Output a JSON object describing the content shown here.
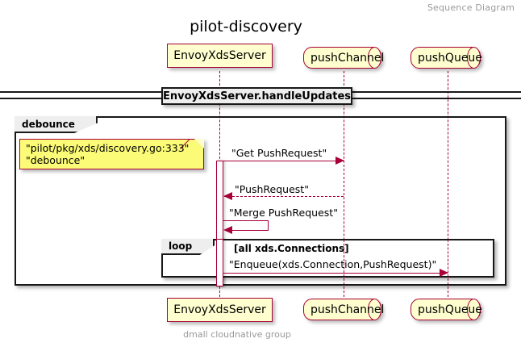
{
  "diagram": {
    "caption": "Sequence Diagram",
    "title": "pilot-discovery",
    "footer": "dmall cloudnative group",
    "colors": {
      "participant_border": "#A80036",
      "participant_fill": "#FEFECE",
      "note_fill": "#FBFB77",
      "arrow": "#A80036",
      "frame_border": "#181818",
      "frame_tab_fill": "#EEEEEE",
      "caption_text": "#999999"
    }
  },
  "participants": [
    {
      "id": "envoyxdsserver",
      "label": "EnvoyXdsServer",
      "shape": "box"
    },
    {
      "id": "pushchannel",
      "label": "pushChannel",
      "shape": "queue"
    },
    {
      "id": "pushqueue",
      "label": "pushQueue",
      "shape": "queue"
    }
  ],
  "divider": {
    "label": "EnvoyXdsServer.handleUpdates"
  },
  "groups": [
    {
      "id": "debounce",
      "type": "group",
      "label": "debounce",
      "guard": ""
    },
    {
      "id": "loop",
      "type": "loop",
      "label": "loop",
      "guard": "[all xds.Connections]"
    }
  ],
  "notes": [
    {
      "id": "debounce-note",
      "line1": "\"pilot/pkg/xds/discovery.go:333\"",
      "line2": "\"debounce\""
    }
  ],
  "messages": [
    {
      "id": "get-pushrequest",
      "label": "\"Get PushRequest\"",
      "from": "envoyxdsserver",
      "to": "pushchannel",
      "style": "solid",
      "direction": "right"
    },
    {
      "id": "pushrequest-return",
      "label": "\"PushRequest\"",
      "from": "pushchannel",
      "to": "envoyxdsserver",
      "style": "dashed",
      "direction": "left"
    },
    {
      "id": "merge-pushrequest",
      "label": "\"Merge PushRequest\"",
      "from": "envoyxdsserver",
      "to": "envoyxdsserver",
      "style": "solid",
      "direction": "self"
    },
    {
      "id": "enqueue",
      "label": "\"Enqueue(xds.Connection,PushRequest)\"",
      "from": "envoyxdsserver",
      "to": "pushqueue",
      "style": "solid",
      "direction": "right"
    }
  ]
}
